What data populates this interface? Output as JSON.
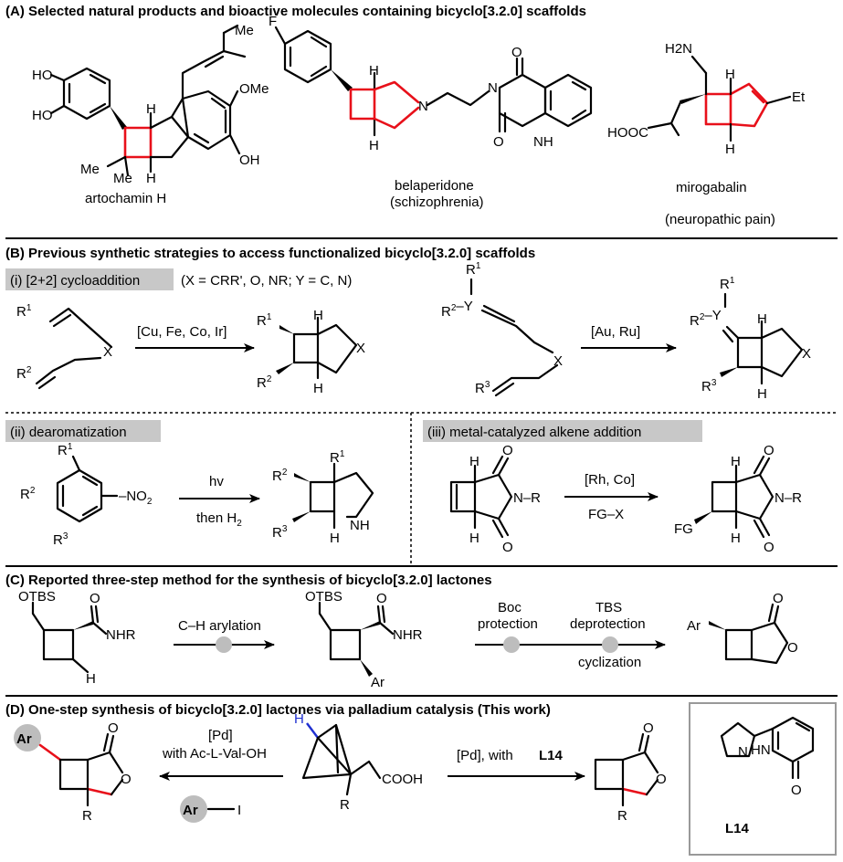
{
  "colors": {
    "red": "#e8101a",
    "blue": "#1f2fd0",
    "gray_box": "#c8c8c8",
    "circle": "#bdbdbd"
  },
  "sectionA": {
    "title": "(A) Selected natural products and bioactive molecules containing bicyclo[3.2.0] scaffolds",
    "compounds": [
      {
        "name": "artochamin H",
        "subtitle": ""
      },
      {
        "name": "belaperidone",
        "subtitle": "(schizophrenia)"
      },
      {
        "name": "mirogabalin",
        "subtitle": "(neuropathic pain)"
      }
    ],
    "atoms": {
      "ho1": "HO",
      "ho2": "HO",
      "ome": "OMe",
      "oh": "OH",
      "me_top": "Me",
      "me1": "Me",
      "me2": "Me",
      "h": "H",
      "f": "F",
      "n": "N",
      "nh": "NH",
      "o": "O",
      "h2n": "H2N",
      "et": "Et",
      "hooc": "HOOC"
    }
  },
  "sectionB": {
    "title": "(B) Previous  synthetic strategies to access functionalized bicyclo[3.2.0] scaffolds",
    "i_label": "(i) [2+2] cycloaddition",
    "i_note": "(X = CRR', O, NR; Y = C, N)",
    "i_cat1": "[Cu, Fe, Co, Ir]",
    "i_cat2": "[Au, Ru]",
    "ii_label": "(ii) dearomatization",
    "ii_cond1": "hv",
    "ii_cond2": "then H2",
    "iii_label": "(iii) metal-catalyzed alkene addition",
    "iii_cond1": "[Rh, Co]",
    "iii_cond2": "FG–X",
    "atoms": {
      "r1": "R1",
      "r2": "R2",
      "r3": "R3",
      "x": "X",
      "y": "Y",
      "no2": "NO2",
      "n_r": "N–R",
      "fg": "FG"
    }
  },
  "sectionC": {
    "title": "(C) Reported three-step method for the synthesis of bicyclo[3.2.0] lactones",
    "step1": "C–H arylation",
    "step2a": "Boc",
    "step2b": "protection",
    "step3a": "TBS",
    "step3b": "deprotection",
    "step4": "cyclization",
    "atoms": {
      "otbs": "OTBS",
      "nhr": "NHR",
      "ar": "Ar"
    }
  },
  "sectionD": {
    "title": "(D) One-step synthesis of bicyclo[3.2.0] lactones via palladium catalysis (This work)",
    "left_cond1": "[Pd]",
    "left_cond2": "with Ac-L-Val-OH",
    "right_cond": "[Pd],  with",
    "ligand_ref": "L14",
    "ligand_label": "L14",
    "aryl_iodide": "I",
    "atoms": {
      "cooh": "COOH",
      "ar": "Ar",
      "r": "R",
      "hn": "HN"
    }
  }
}
